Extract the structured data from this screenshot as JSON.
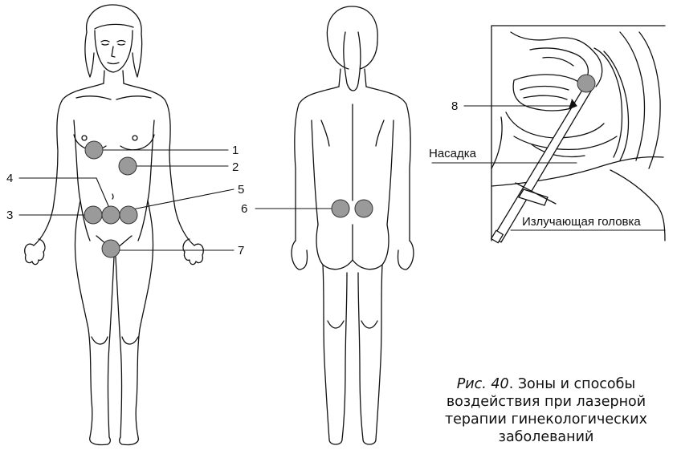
{
  "zones": [
    {
      "id": "1",
      "label": "1"
    },
    {
      "id": "2",
      "label": "2"
    },
    {
      "id": "3",
      "label": "3"
    },
    {
      "id": "4",
      "label": "4"
    },
    {
      "id": "5",
      "label": "5"
    },
    {
      "id": "6",
      "label": "6"
    },
    {
      "id": "7",
      "label": "7"
    },
    {
      "id": "8",
      "label": "8"
    }
  ],
  "labels": {
    "nozzle": "Насадка",
    "emitter_head": "Излучающая головка"
  },
  "caption": {
    "fig": "Рис. 40",
    "text": ". Зоны и способы воздействия при лазерной терапии гинекологических заболеваний"
  },
  "colors": {
    "zone_fill": "#9a9a9a",
    "line": "#111111"
  }
}
